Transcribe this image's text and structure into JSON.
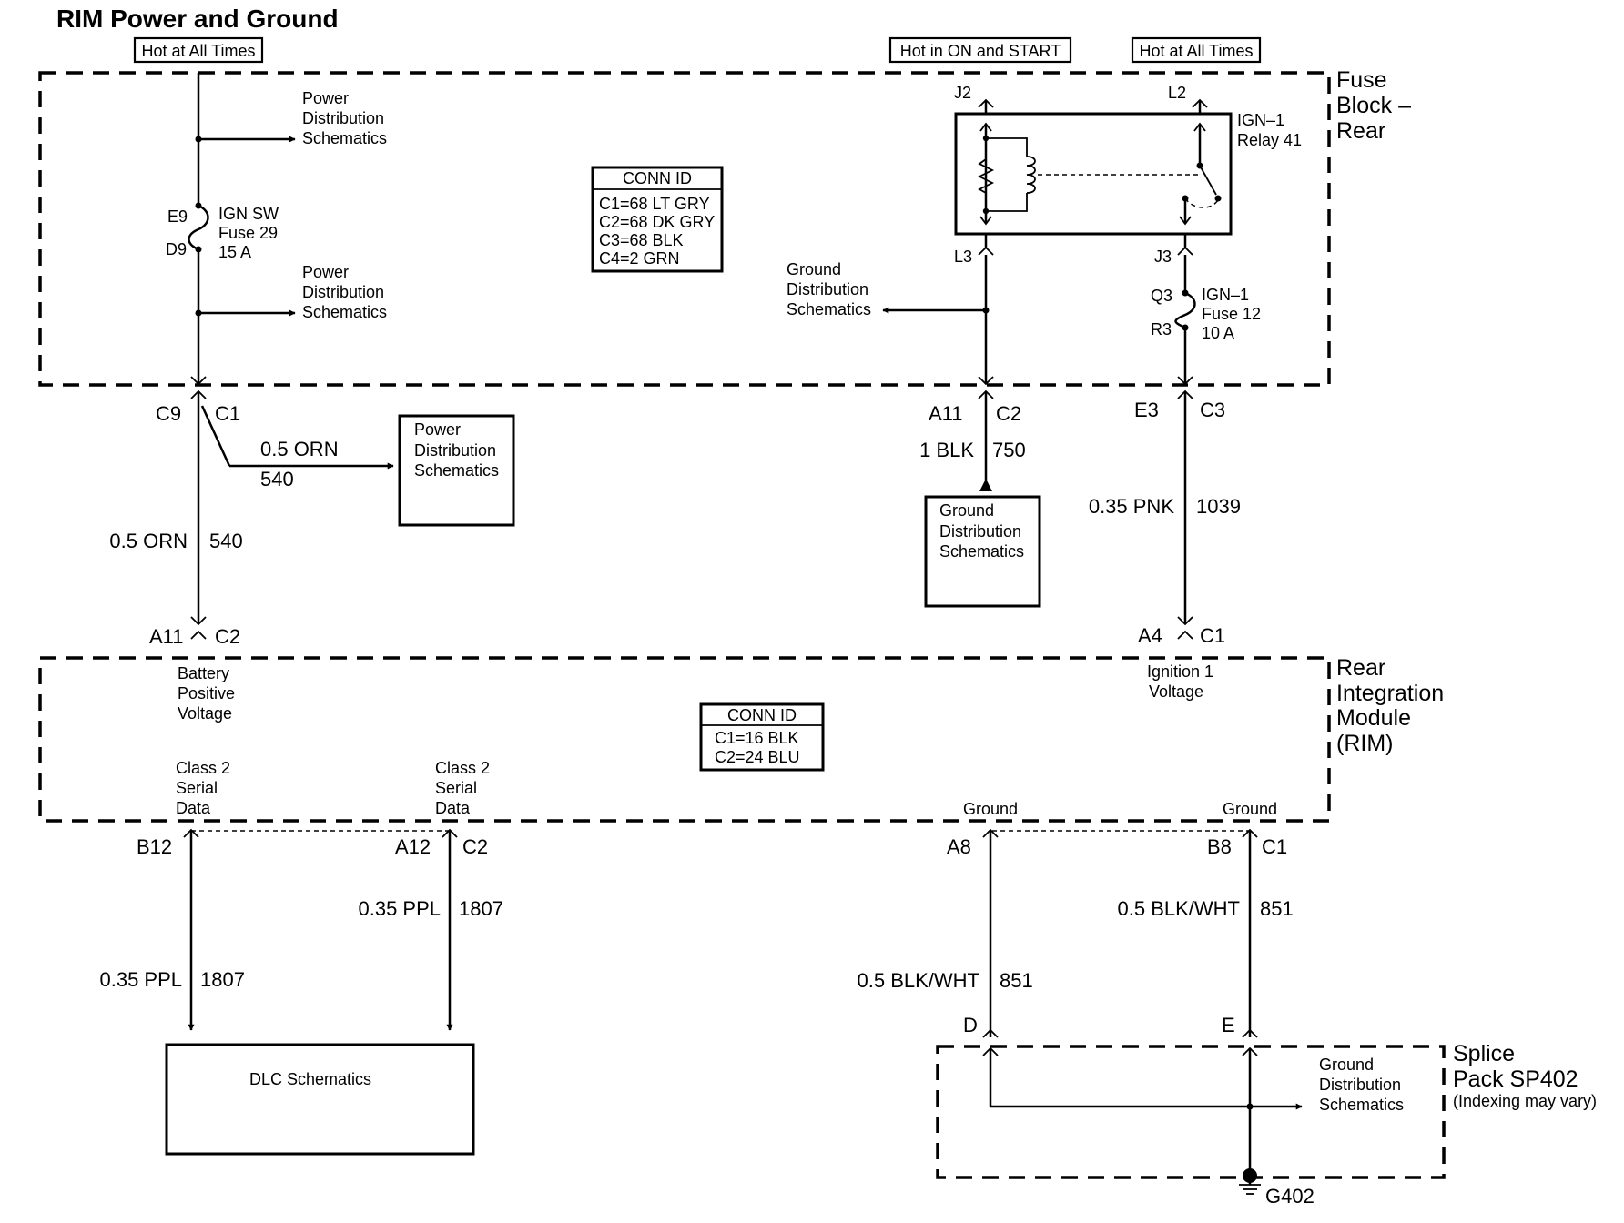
{
  "title": "RIM Power and Ground",
  "supply_labels": {
    "left": "Hot at All Times",
    "center": "Hot in ON and START",
    "right": "Hot at All Times"
  },
  "fuse_block": {
    "name": [
      "Fuse",
      "Block –",
      "Rear"
    ],
    "conn_id": {
      "heading": "CONN ID",
      "rows": [
        "C1=68 LT GRY",
        "C2=68 DK GRY",
        "C3=68 BLK",
        "C4=2 GRN"
      ]
    },
    "power_dist_top": [
      "Power",
      "Distribution",
      "Schematics"
    ],
    "power_dist_bottom": [
      "Power",
      "Distribution",
      "Schematics"
    ],
    "fuse29": {
      "in_pin": "E9",
      "out_pin": "D9",
      "label": [
        "IGN SW",
        "Fuse 29",
        "15 A"
      ]
    },
    "relay": {
      "label": [
        "IGN–1",
        "Relay 41"
      ],
      "pins": {
        "j2": "J2",
        "l2": "L2",
        "l3": "L3",
        "j3": "J3"
      }
    },
    "ground_dist": [
      "Ground",
      "Distribution",
      "Schematics"
    ],
    "fuse12": {
      "in_pin": "Q3",
      "out_pin": "R3",
      "label": [
        "IGN–1",
        "Fuse 12",
        "10 A"
      ]
    }
  },
  "harness": {
    "left_conn_top": {
      "pin": "C9",
      "conn": "C1"
    },
    "branch_wire": {
      "color": "0.5 ORN",
      "circuit": "540"
    },
    "branch_target": [
      "Power",
      "Distribution",
      "Schematics"
    ],
    "left_wire": {
      "color": "0.5 ORN",
      "circuit": "540"
    },
    "left_conn_bottom": {
      "pin": "A11",
      "conn": "C2"
    },
    "center_conn": {
      "pin": "A11",
      "conn": "C2"
    },
    "center_wire": {
      "color": "1 BLK",
      "circuit": "750"
    },
    "center_target": [
      "Ground",
      "Distribution",
      "Schematics"
    ],
    "right_conn_top": {
      "pin": "E3",
      "conn": "C3"
    },
    "right_wire": {
      "color": "0.35 PNK",
      "circuit": "1039"
    },
    "right_conn_bottom": {
      "pin": "A4",
      "conn": "C1"
    }
  },
  "rim": {
    "name": [
      "Rear",
      "Integration",
      "Module",
      "(RIM)"
    ],
    "battery_label": [
      "Battery",
      "Positive",
      "Voltage"
    ],
    "ignition_label": [
      "Ignition 1",
      "Voltage"
    ],
    "conn_id": {
      "heading": "CONN ID",
      "rows": [
        "C1=16 BLK",
        "C2=24 BLU"
      ]
    },
    "serial_left": [
      "Class 2",
      "Serial",
      "Data"
    ],
    "serial_right": [
      "Class 2",
      "Serial",
      "Data"
    ],
    "ground_left": "Ground",
    "ground_right": "Ground"
  },
  "bottom": {
    "b12_pin": "B12",
    "a12": {
      "pin": "A12",
      "conn": "C2"
    },
    "wire_a12": {
      "color": "0.35 PPL",
      "circuit": "1807"
    },
    "wire_b12": {
      "color": "0.35 PPL",
      "circuit": "1807"
    },
    "dlc": "DLC Schematics",
    "a8_pin": "A8",
    "b8": {
      "pin": "B8",
      "conn": "C1"
    },
    "wire_a8": {
      "color": "0.5 BLK/WHT",
      "circuit": "851"
    },
    "wire_b8": {
      "color": "0.5 BLK/WHT",
      "circuit": "851"
    },
    "splice_pin_d": "D",
    "splice_pin_e": "E",
    "splice_ground_dist": [
      "Ground",
      "Distribution",
      "Schematics"
    ],
    "splice_name": [
      "Splice",
      "Pack SP402",
      "(Indexing may vary)"
    ],
    "ground_point": "G402"
  }
}
